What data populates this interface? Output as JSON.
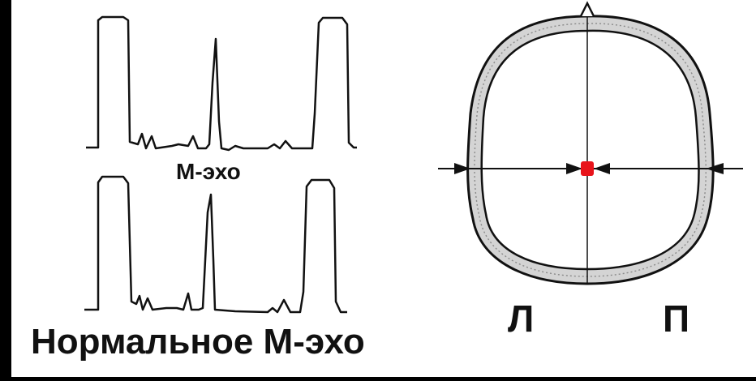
{
  "labels": {
    "echo": "М-эхо",
    "caption": "Нормальное М-эхо",
    "left_side": "Л",
    "right_side": "П"
  },
  "colors": {
    "background": "#000000",
    "panel": "#ffffff",
    "stroke": "#111111",
    "midline_marker": "#e8141b",
    "skull_fill": "#cfcfcf"
  }
}
